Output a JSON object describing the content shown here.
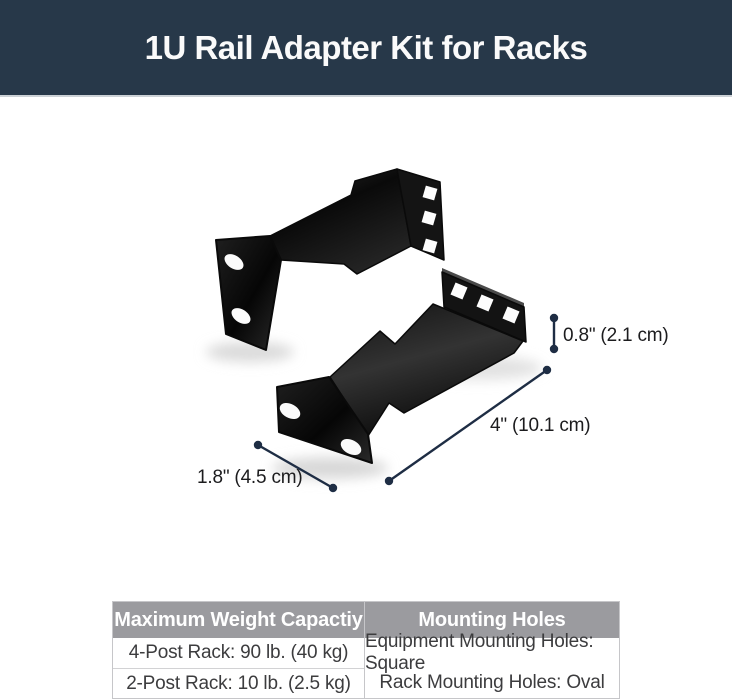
{
  "header": {
    "title": "1U Rail Adapter Kit for Racks"
  },
  "diagram": {
    "items": [
      "rail-adapter-bracket-rear",
      "rail-adapter-bracket-front"
    ],
    "dim_height": "0.8\" (2.1 cm)",
    "dim_depth": "4\" (10.1 cm)",
    "dim_width": "1.8\" (4.5 cm)"
  },
  "table": {
    "col1_header": "Maximum Weight Capactiy",
    "col2_header": "Mounting Holes",
    "rows": [
      {
        "weight": "4-Post Rack: 90 lb. (40 kg)",
        "mounting": "Equipment Mounting Holes: Square"
      },
      {
        "weight": "2-Post Rack: 10 lb. (2.5 kg)",
        "mounting": "Rack Mounting Holes: Oval"
      }
    ]
  },
  "colors": {
    "title_bar_bg": "#273849",
    "title_text": "#fafafa",
    "table_header_bg": "#9b9b9f",
    "table_border": "#c6c6c9",
    "dimension_line": "#1e2d44",
    "bracket_black": "#121212"
  }
}
